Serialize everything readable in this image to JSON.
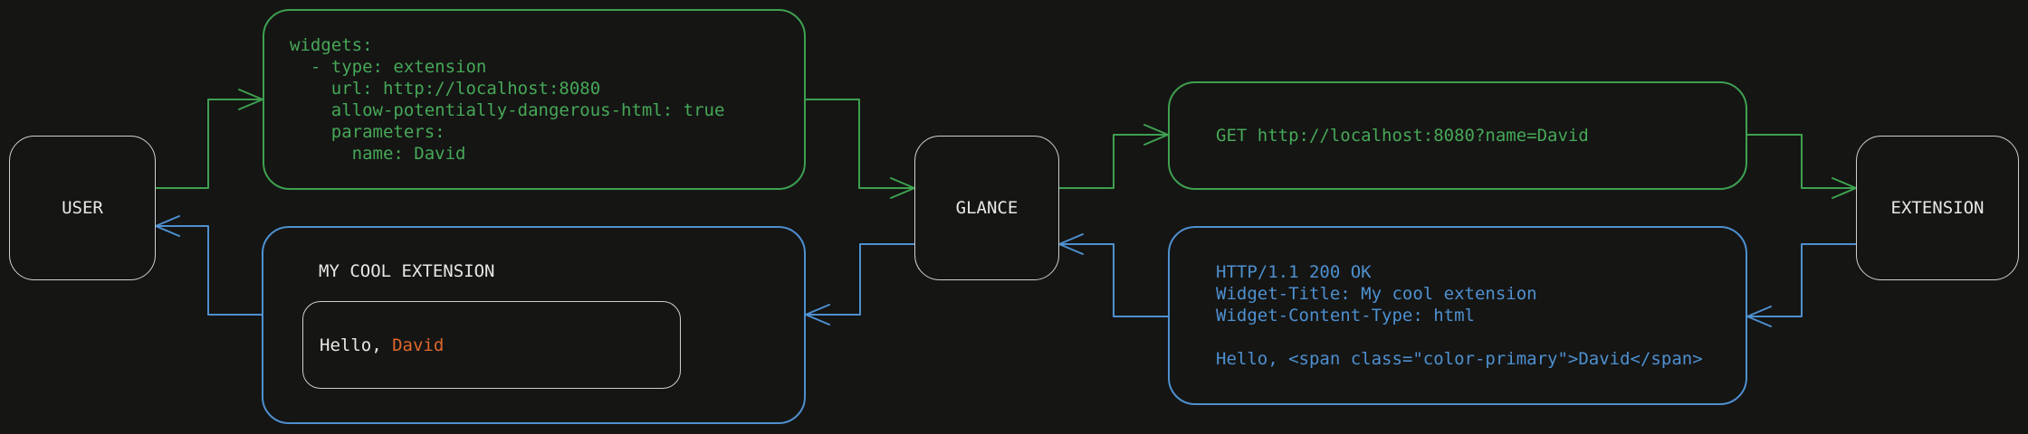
{
  "colors": {
    "background": "#151514",
    "request_green": "#3EA050",
    "response_blue": "#4E90CF",
    "node_border": "#D0D0CE",
    "text_light": "#E8E8E6",
    "highlight_orange": "#DD682C"
  },
  "nodes": [
    {
      "label": "USER"
    },
    {
      "label": "GLANCE"
    },
    {
      "label": "EXTENSION"
    }
  ],
  "config_box": {
    "lines": [
      "widgets:",
      "  - type: extension",
      "    url: http://localhost:8080",
      "    allow-potentially-dangerous-html: true",
      "    parameters:",
      "      name: David"
    ]
  },
  "request_box": {
    "text": "GET http://localhost:8080?name=David"
  },
  "response_box": {
    "lines": [
      "HTTP/1.1 200 OK",
      "Widget-Title: My cool extension",
      "Widget-Content-Type: html",
      "",
      "Hello, <span class=\"color-primary\">David</span>"
    ]
  },
  "widget_box": {
    "title": "MY COOL EXTENSION",
    "greeting_prefix": "Hello, ",
    "greeting_name": "David"
  }
}
